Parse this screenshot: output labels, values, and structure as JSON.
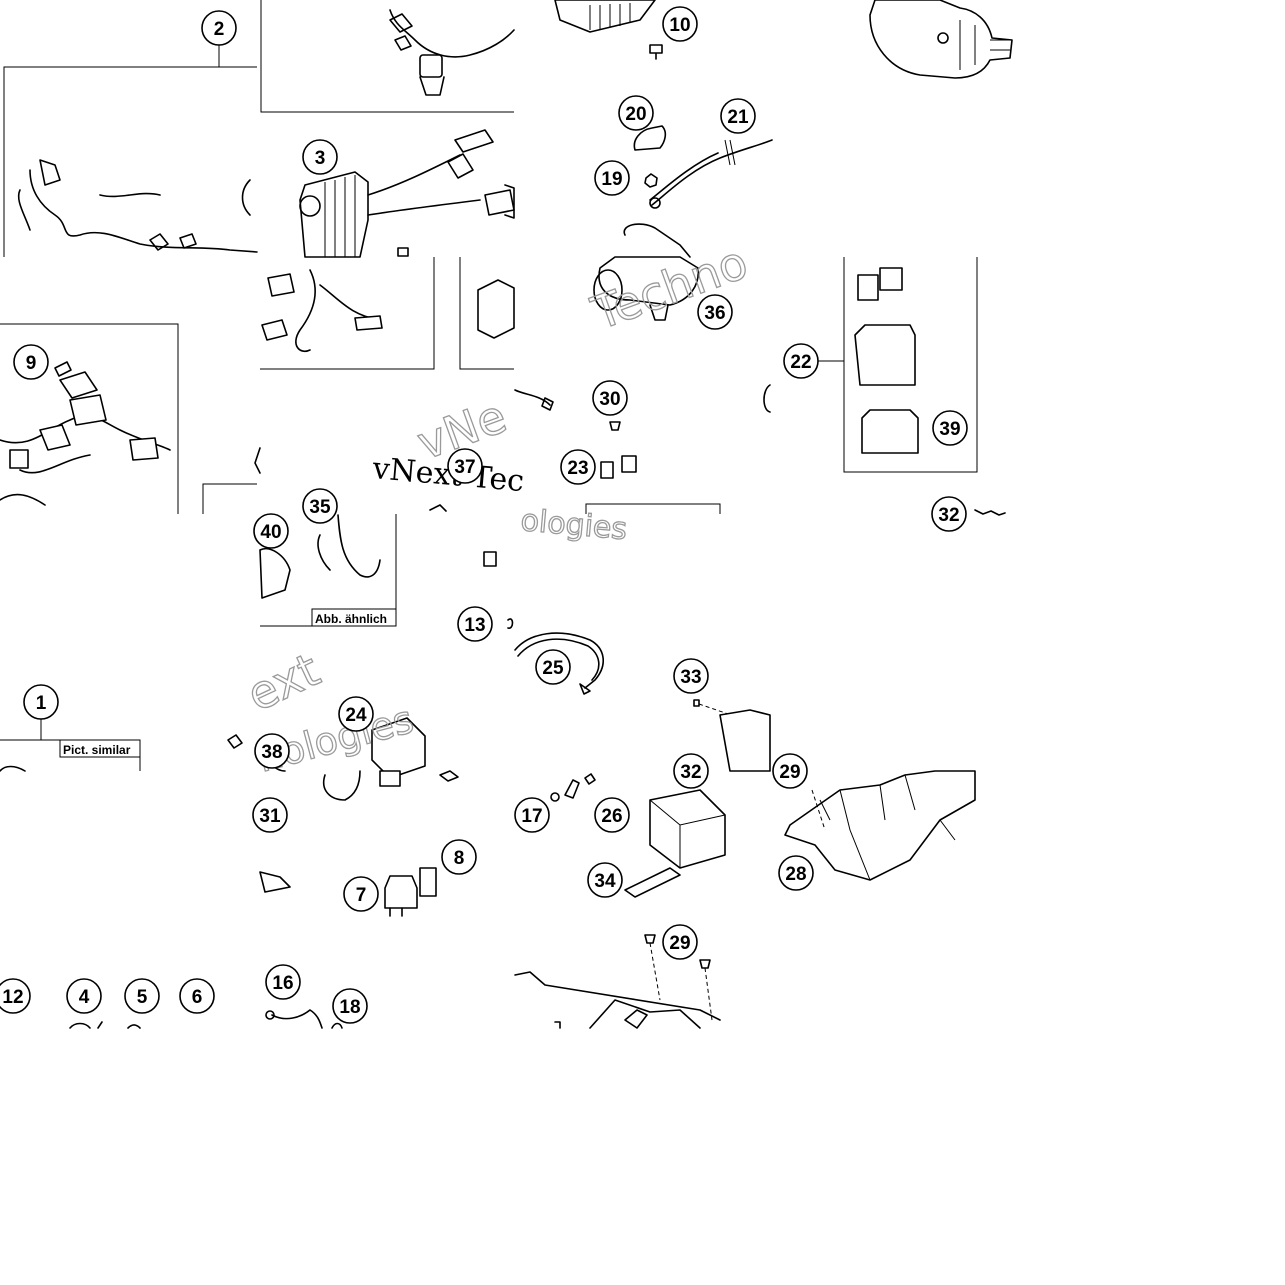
{
  "diagram": {
    "callouts": [
      {
        "id": "c1",
        "label": "1"
      },
      {
        "id": "c2",
        "label": "2"
      },
      {
        "id": "c3",
        "label": "3"
      },
      {
        "id": "c4",
        "label": "4"
      },
      {
        "id": "c5",
        "label": "5"
      },
      {
        "id": "c6",
        "label": "6"
      },
      {
        "id": "c7",
        "label": "7"
      },
      {
        "id": "c8",
        "label": "8"
      },
      {
        "id": "c9",
        "label": "9"
      },
      {
        "id": "c10",
        "label": "10"
      },
      {
        "id": "c12",
        "label": "12"
      },
      {
        "id": "c13",
        "label": "13"
      },
      {
        "id": "c16",
        "label": "16"
      },
      {
        "id": "c17",
        "label": "17"
      },
      {
        "id": "c18",
        "label": "18"
      },
      {
        "id": "c19",
        "label": "19"
      },
      {
        "id": "c20",
        "label": "20"
      },
      {
        "id": "c21",
        "label": "21"
      },
      {
        "id": "c22",
        "label": "22"
      },
      {
        "id": "c23",
        "label": "23"
      },
      {
        "id": "c24",
        "label": "24"
      },
      {
        "id": "c25",
        "label": "25"
      },
      {
        "id": "c26",
        "label": "26"
      },
      {
        "id": "c28",
        "label": "28"
      },
      {
        "id": "c29a",
        "label": "29"
      },
      {
        "id": "c29b",
        "label": "29"
      },
      {
        "id": "c30",
        "label": "30"
      },
      {
        "id": "c31",
        "label": "31"
      },
      {
        "id": "c32a",
        "label": "32"
      },
      {
        "id": "c32b",
        "label": "32"
      },
      {
        "id": "c33",
        "label": "33"
      },
      {
        "id": "c34",
        "label": "34"
      },
      {
        "id": "c35",
        "label": "35"
      },
      {
        "id": "c36",
        "label": "36"
      },
      {
        "id": "c37",
        "label": "37"
      },
      {
        "id": "c38",
        "label": "38"
      },
      {
        "id": "c39",
        "label": "39"
      },
      {
        "id": "c40",
        "label": "40"
      }
    ],
    "notes": {
      "abb_aehnlich": "Abb. ähnlich",
      "pict_similar": "Pict. similar"
    },
    "watermark": {
      "technol": "Techno",
      "vnext": "vNext Tec",
      "vne": "vNe",
      "ologies": "ologies",
      "ext": "ext",
      "nologies": "nologies"
    }
  }
}
